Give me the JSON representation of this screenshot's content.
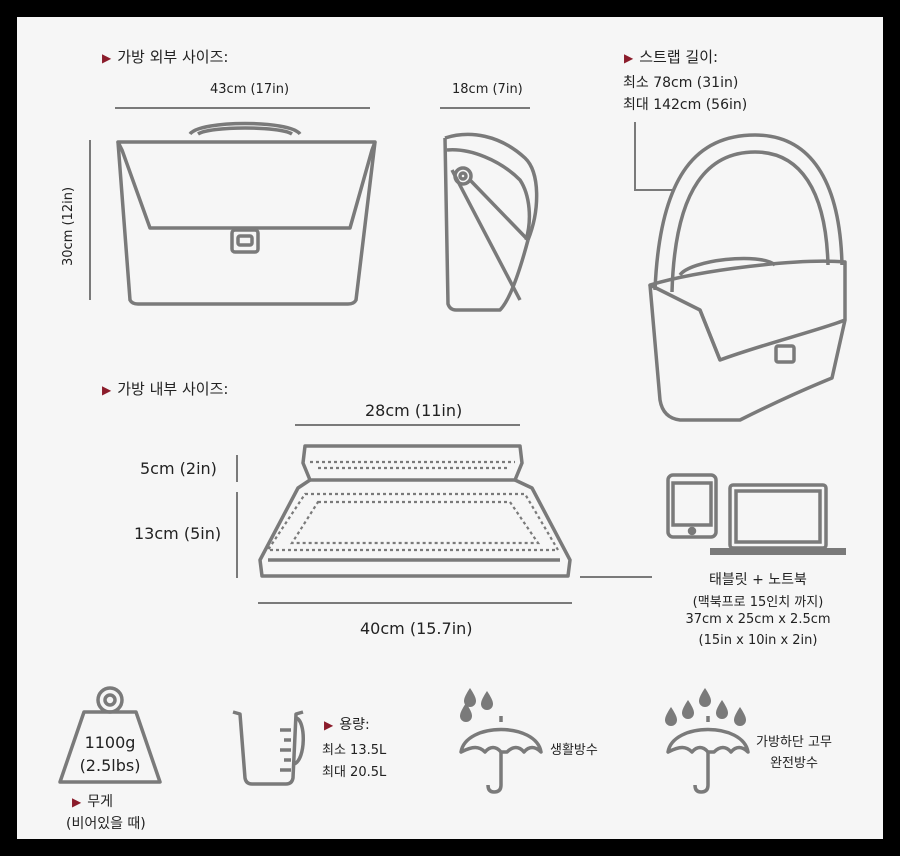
{
  "exterior": {
    "heading": "가방 외부 사이즈:",
    "width": "43cm (17in)",
    "height": "30cm (12in)",
    "depth": "18cm (7in)"
  },
  "strap": {
    "heading": "스트랩 길이:",
    "min": "최소 78cm (31in)",
    "max": "최대 142cm (56in)"
  },
  "interior": {
    "heading": "가방 내부 사이즈:",
    "top_width": "28cm (11in)",
    "top_height": "5cm (2in)",
    "body_height": "13cm (5in)",
    "bottom_width": "40cm (15.7in)"
  },
  "device_fit": {
    "line1": "태블릿 + 노트북",
    "line2": "(맥북프로 15인치 까지)",
    "line3": "37cm x 25cm x 2.5cm",
    "line4": "(15in x 10in x 2in)"
  },
  "weight": {
    "value": "1100g",
    "value_lbs": "(2.5lbs)",
    "heading": "무게",
    "note": "(비어있을 때)"
  },
  "capacity": {
    "heading": "용량:",
    "min": "최소 13.5L",
    "max": "최대 20.5L"
  },
  "water_resistance": {
    "daily": "생활방수",
    "bottom_line1": "가방하단 고무",
    "bottom_line2": "완전방수"
  },
  "colors": {
    "frame": "#000000",
    "background": "#f6f6f6",
    "accent": "#8b1c2b",
    "line_art": "#7a7a7a"
  }
}
